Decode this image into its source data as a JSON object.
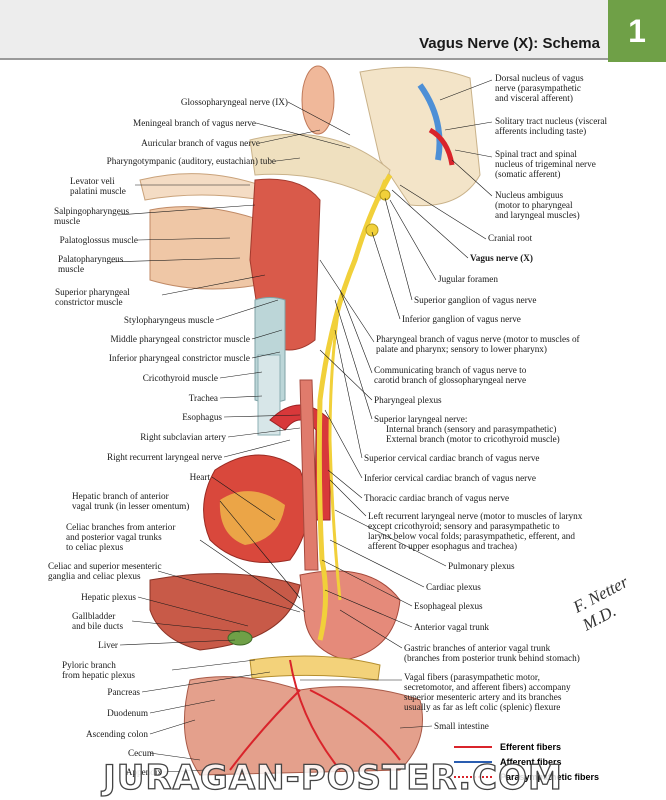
{
  "page": {
    "title": "Vagus Nerve (X): Schema",
    "number": "1"
  },
  "labels_left": [
    "Glossopharyngeal nerve (IX)",
    "Meningeal branch of vagus nerve",
    "Auricular branch of vagus nerve",
    "Pharyngotympanic (auditory, eustachian) tube",
    "Levator veli\npalatini muscle",
    "Salpingopharyngeus\nmuscle",
    "Palatoglossus muscle",
    "Palatopharyngeus\nmuscle",
    "Superior pharyngeal\nconstrictor muscle",
    "Stylopharyngeus muscle",
    "Middle pharyngeal constrictor muscle",
    "Inferior pharyngeal constrictor muscle",
    "Cricothyroid muscle",
    "Trachea",
    "Esophagus",
    "Right subclavian artery",
    "Right recurrent laryngeal nerve",
    "Heart",
    "Hepatic branch of anterior\nvagal trunk (in lesser omentum)",
    "Celiac branches from anterior\nand posterior vagal trunks\nto celiac plexus",
    "Celiac and superior mesenteric\nganglia and celiac plexus",
    "Hepatic plexus",
    "Gallbladder\nand bile ducts",
    "Liver",
    "Pyloric branch\nfrom hepatic plexus",
    "Pancreas",
    "Duodenum",
    "Ascending colon",
    "Cecum",
    "Appendix"
  ],
  "labels_right": [
    "Dorsal nucleus of vagus\nnerve (parasympathetic\nand visceral afferent)",
    "Solitary tract nucleus (visceral\nafferents including taste)",
    "Spinal tract and spinal\nnucleus of trigeminal nerve\n(somatic afferent)",
    "Nucleus ambiguus\n(motor to pharyngeal\nand laryngeal muscles)",
    "Cranial root",
    "Vagus nerve (X)",
    "Jugular foramen",
    "Superior ganglion of vagus nerve",
    "Inferior ganglion of vagus nerve",
    "Pharyngeal branch of vagus nerve (motor to muscles of\npalate and pharynx; sensory to lower pharynx)",
    "Communicating branch of vagus nerve to\ncarotid branch of glossopharyngeal nerve",
    "Pharyngeal plexus",
    "Superior laryngeal nerve:",
    "Internal branch (sensory and parasympathetic)",
    "External branch (motor to cricothyroid muscle)",
    "Superior cervical cardiac branch of vagus nerve",
    "Inferior cervical cardiac branch of vagus nerve",
    "Thoracic cardiac branch of vagus nerve",
    "Left recurrent laryngeal nerve (motor to muscles of larynx\nexcept cricothyroid; sensory and parasympathetic to\nlarynx below vocal folds; parasympathetic, efferent, and\nafferent to upper esophagus and trachea)",
    "Pulmonary plexus",
    "Cardiac plexus",
    "Esophageal plexus",
    "Anterior vagal trunk",
    "Gastric branches of anterior vagal trunk\n(branches from posterior trunk behind stomach)",
    "Vagal fibers (parasympathetic motor,\nsecretomotor, and afferent fibers) accompany\nsuperior mesenteric artery and its branches\nusually as far as left colic (splenic) flexure",
    "Small intestine"
  ],
  "legend": [
    {
      "label": "Efferent fibers",
      "color": "#d9242b",
      "style": "solid"
    },
    {
      "label": "Afferent fibers",
      "color": "#2a5db0",
      "style": "solid"
    },
    {
      "label": "Parasympathetic fibers",
      "color": "#d9242b",
      "style": "dotted"
    }
  ],
  "signature": "F. Netter M.D.",
  "watermark": "JURAGAN-POSTER.COM"
}
